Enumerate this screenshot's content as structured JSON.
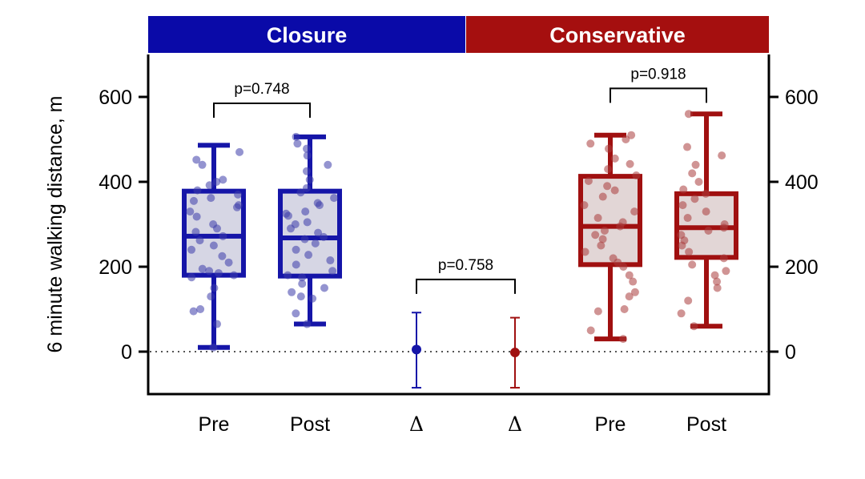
{
  "chart_data": {
    "type": "box",
    "ylabel": "6 minute walking distance, m",
    "ylim": [
      -100,
      700
    ],
    "yticks": [
      0,
      200,
      400,
      600
    ],
    "y_axes": "left and right",
    "zero_line": "dotted",
    "groups": [
      {
        "label": "Closure",
        "color": "#0a0aa8"
      },
      {
        "label": "Conservative",
        "color": "#a50f0f"
      }
    ],
    "boxes": [
      {
        "group": "Closure",
        "category": "Pre",
        "min": 10,
        "q1": 180,
        "median": 272,
        "q3": 378,
        "max": 486,
        "color": "#1515a8",
        "points": [
          10,
          65,
          95,
          100,
          130,
          150,
          175,
          180,
          185,
          190,
          195,
          210,
          225,
          240,
          250,
          262,
          272,
          282,
          290,
          300,
          318,
          330,
          340,
          345,
          355,
          362,
          370,
          380,
          392,
          400,
          405,
          440,
          452,
          470
        ]
      },
      {
        "group": "Closure",
        "category": "Post",
        "min": 65,
        "q1": 178,
        "median": 268,
        "q3": 378,
        "max": 506,
        "color": "#1515a8",
        "points": [
          65,
          90,
          125,
          130,
          140,
          150,
          160,
          175,
          180,
          190,
          205,
          215,
          228,
          240,
          255,
          265,
          270,
          280,
          290,
          300,
          305,
          320,
          325,
          330,
          345,
          350,
          362,
          375,
          385,
          405,
          425,
          440,
          462,
          478,
          490,
          506
        ]
      },
      {
        "group": "Conservative",
        "category": "Pre",
        "min": 30,
        "q1": 205,
        "median": 295,
        "q3": 413,
        "max": 510,
        "color": "#a01010",
        "points": [
          30,
          50,
          95,
          100,
          130,
          140,
          165,
          180,
          200,
          210,
          220,
          235,
          250,
          265,
          275,
          285,
          295,
          305,
          315,
          330,
          345,
          365,
          380,
          390,
          402,
          415,
          430,
          442,
          455,
          478,
          490,
          500,
          510
        ]
      },
      {
        "group": "Conservative",
        "category": "Post",
        "min": 60,
        "q1": 222,
        "median": 292,
        "q3": 372,
        "max": 560,
        "color": "#a01010",
        "points": [
          60,
          90,
          120,
          150,
          165,
          180,
          190,
          205,
          220,
          235,
          250,
          262,
          275,
          285,
          292,
          300,
          315,
          330,
          345,
          360,
          372,
          382,
          400,
          420,
          440,
          462,
          482,
          560
        ]
      }
    ],
    "deltas": [
      {
        "group": "Closure",
        "category": "Δ",
        "mean": 5,
        "low": -85,
        "high": 92,
        "color": "#1515a8"
      },
      {
        "group": "Conservative",
        "category": "Δ",
        "mean": -2,
        "low": -85,
        "high": 80,
        "color": "#a01010"
      }
    ],
    "categories": [
      "Pre",
      "Post",
      "Δ",
      "Δ",
      "Pre",
      "Post"
    ],
    "annotations": [
      {
        "text": "p=0.748",
        "between": [
          0,
          1
        ],
        "y": 585
      },
      {
        "text": "p=0.758",
        "between": [
          2,
          3
        ],
        "y": 170
      },
      {
        "text": "p=0.918",
        "between": [
          4,
          5
        ],
        "y": 620
      }
    ]
  }
}
